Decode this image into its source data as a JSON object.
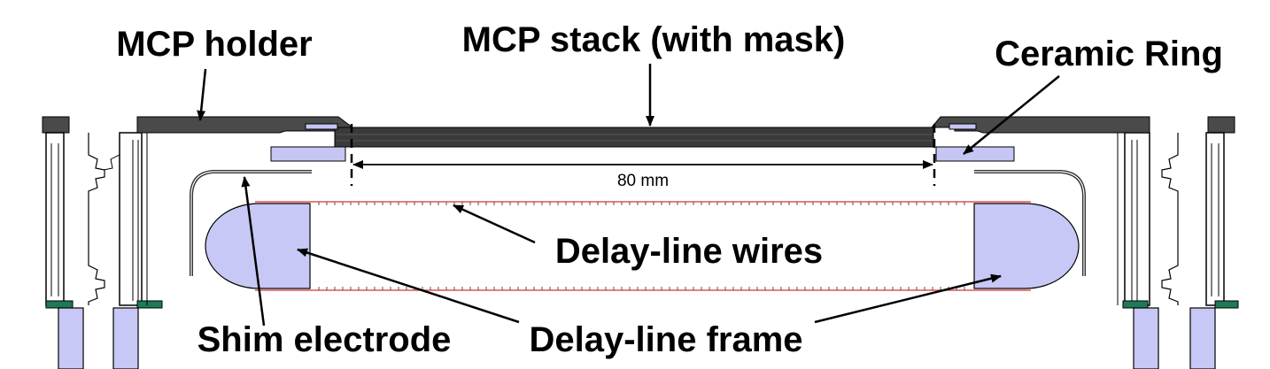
{
  "labels": {
    "mcp_holder": "MCP holder",
    "mcp_stack": "MCP stack (with mask)",
    "ceramic_ring": "Ceramic Ring",
    "delay_line_wires": "Delay-line wires",
    "shim_electrode": "Shim electrode",
    "delay_line_frame": "Delay-line frame"
  },
  "dimension": {
    "label": "80 mm"
  },
  "colors": {
    "holder": "#4a4a4a",
    "stack": "#3a3a3a",
    "ceramic": "#c6c6f4",
    "frame": "#c8c8f6",
    "wire": "#e05555",
    "green": "#1e7a55",
    "line": "#000000"
  }
}
